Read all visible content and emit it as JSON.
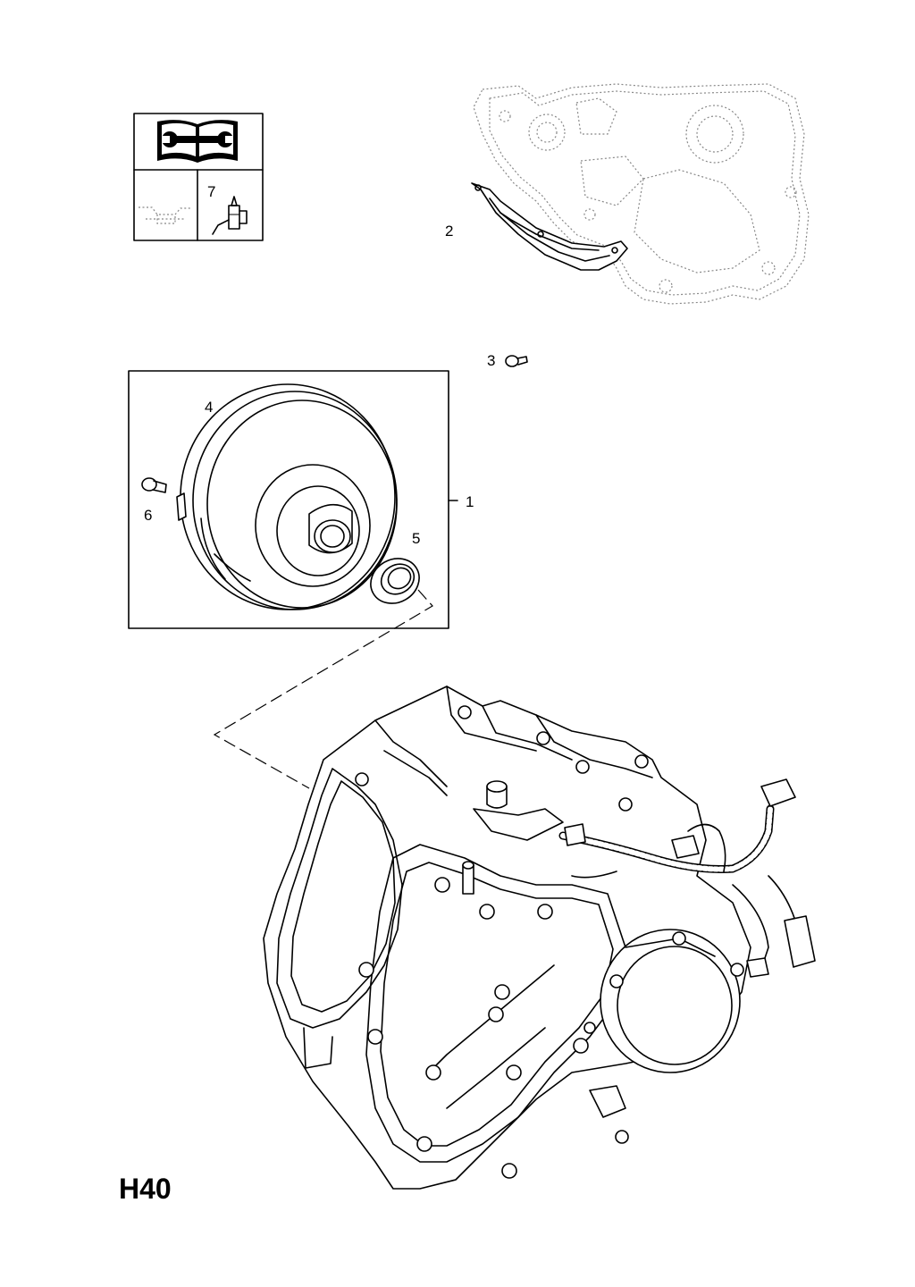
{
  "page": {
    "code": "H40"
  },
  "callouts": {
    "c1": "1",
    "c2": "2",
    "c3": "3",
    "c4": "4",
    "c5": "5",
    "c6": "6",
    "c7": "7"
  },
  "icons": {
    "manual": "repair-manual-wrench-icon",
    "fluid": "fluid-level-icon",
    "sealant": "sealant-tube-icon"
  },
  "colors": {
    "line": "#000000",
    "ghost": "#888888",
    "background": "#ffffff"
  }
}
